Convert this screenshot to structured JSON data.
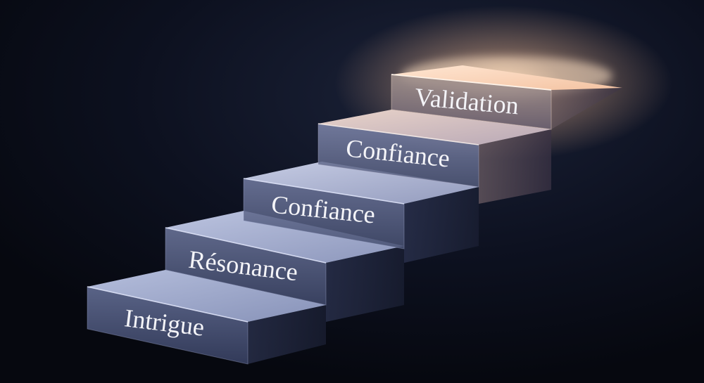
{
  "steps": [
    {
      "label": "Intrigue"
    },
    {
      "label": "Résonance"
    },
    {
      "label": "Confiance"
    },
    {
      "label": "Confiance"
    },
    {
      "label": "Validation"
    }
  ],
  "colors": {
    "background": "#0a0d18",
    "step_cool": "#8b95bc",
    "step_warm": "#f3c7a7",
    "glow": "#ffd2a8",
    "text": "#f4f4f8"
  }
}
